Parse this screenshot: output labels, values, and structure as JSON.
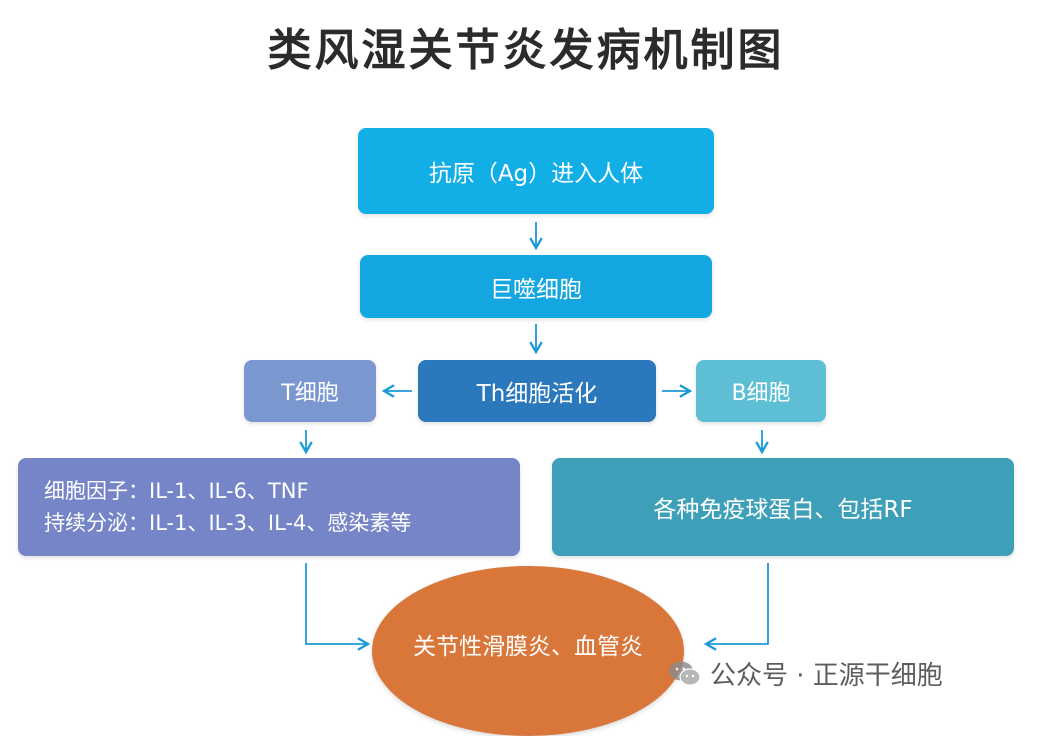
{
  "title": "类风湿关节炎发病机制图",
  "nodes": {
    "antigen": "抗原（Ag）进入人体",
    "macrophage": "巨噬细胞",
    "th": "Th细胞活化",
    "t_cell": "T细胞",
    "b_cell": "B细胞",
    "cytokines_line1": "细胞因子：IL-1、IL-6、TNF",
    "cytokines_line2": "持续分泌：IL-1、IL-3、IL-4、感染素等",
    "immunoglobulin": "各种免疫球蛋白、包括RF",
    "outcome": "关节性滑膜炎、血管炎"
  },
  "watermark": {
    "text": "公众号 · 正源干细胞",
    "icon": "wechat-icon"
  },
  "colors": {
    "arrow": "#1a9ad6",
    "antigen": "#12aee6",
    "th": "#2b78bd",
    "t_cell": "#7a97cf",
    "b_cell": "#5ebfd4",
    "outcome": "#d9773a"
  }
}
